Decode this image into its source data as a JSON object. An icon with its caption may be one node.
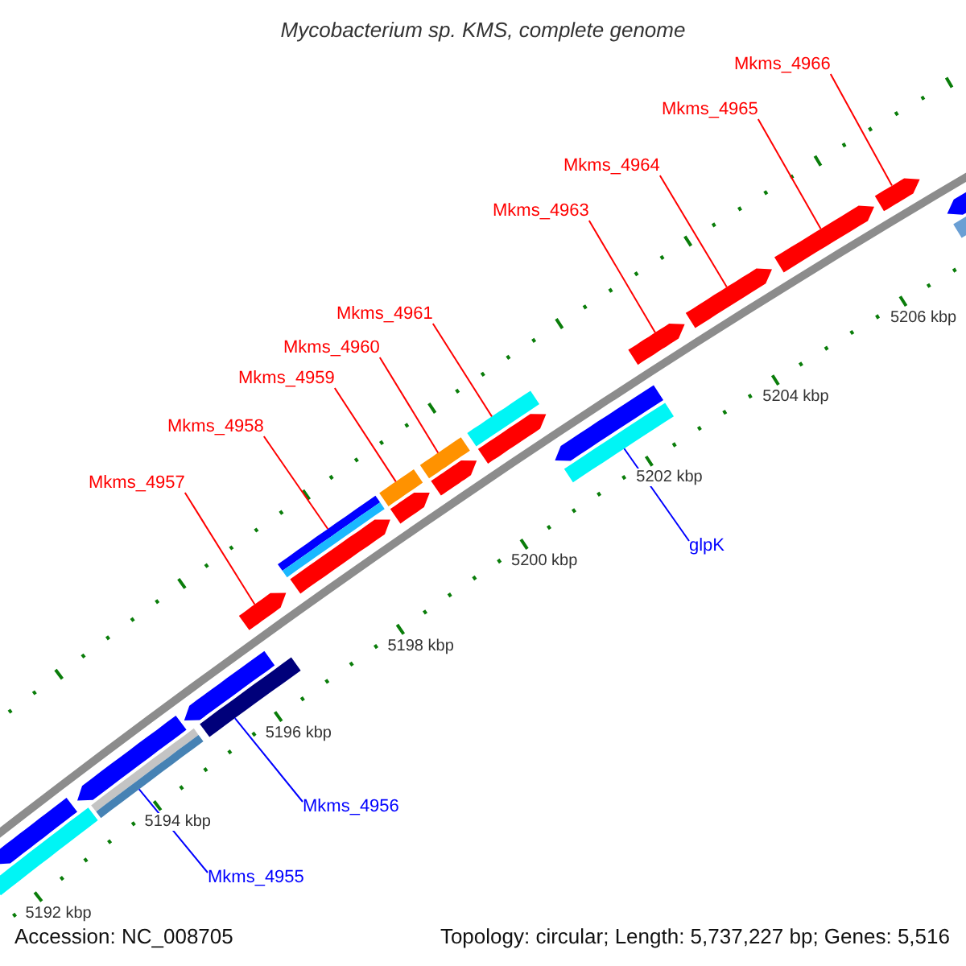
{
  "diagram": {
    "title": "Mycobacterium sp. KMS, complete genome",
    "nodes": [
      {
        "text": [
          "Mkms_4966"
        ]
      },
      {
        "text": [
          "Mkms_4965"
        ]
      },
      {
        "text": [
          "Mkms_4964"
        ]
      },
      {
        "text": [
          "Mkms_4963"
        ]
      },
      {
        "text": [
          "Mkms_4961"
        ]
      },
      {
        "text": [
          "Mkms_4960"
        ]
      },
      {
        "text": [
          "Mkms_4959"
        ]
      },
      {
        "text": [
          "Mkms_4958"
        ]
      },
      {
        "text": [
          "Mkms_4957"
        ]
      },
      {
        "text": [
          "glpK"
        ]
      },
      {
        "text": [
          "Mkms_4956"
        ]
      },
      {
        "text": [
          "Mkms_4955"
        ]
      },
      {
        "text": [],
        "shape": "pentagon"
      },
      {
        "text": [],
        "shape": "bar"
      },
      {
        "text": [],
        "shape": "pentagon"
      },
      {
        "text": [],
        "shape": "bar"
      },
      {
        "text": [],
        "shape": "bar"
      },
      {
        "text": [],
        "shape": "pentagon"
      },
      {
        "text": [],
        "shape": "bar"
      },
      {
        "text": [],
        "shape": "pentagon"
      },
      {
        "text": [],
        "shape": "bar"
      },
      {
        "text": [],
        "shape": "bar"
      },
      {
        "text": [],
        "shape": "pentagon"
      },
      {
        "text": [],
        "shape": "bar"
      },
      {
        "text": [],
        "shape": "pentagon"
      },
      {
        "text": [],
        "shape": "bar"
      },
      {
        "text": [],
        "shape": "pentagon"
      },
      {
        "text": [],
        "shape": "bar"
      },
      {
        "text": [],
        "shape": "pentagon"
      },
      {
        "text": [],
        "shape": "pentagon"
      },
      {
        "text": [],
        "shape": "bar"
      },
      {
        "text": [],
        "shape": "pentagon"
      },
      {
        "text": [],
        "shape": "pentagon"
      },
      {
        "text": [],
        "shape": "pentagon"
      },
      {
        "text": [],
        "shape": "pentagon"
      },
      {
        "text": [],
        "shape": "pentagon"
      },
      {
        "text": [],
        "shape": "bar"
      }
    ],
    "edges": [
      {
        "from": 0,
        "to": 34,
        "arrow": "none"
      },
      {
        "from": 1,
        "to": 33,
        "arrow": "none"
      },
      {
        "from": 2,
        "to": 32,
        "arrow": "none"
      },
      {
        "from": 3,
        "to": 31,
        "arrow": "none"
      },
      {
        "from": 4,
        "to": 27,
        "arrow": "none"
      },
      {
        "from": 5,
        "to": 25,
        "arrow": "none"
      },
      {
        "from": 6,
        "to": 23,
        "arrow": "none"
      },
      {
        "from": 7,
        "to": 20,
        "arrow": "none"
      },
      {
        "from": 8,
        "to": 19,
        "arrow": "none"
      },
      {
        "from": 9,
        "to": 30,
        "arrow": "none",
        "color": "#0000ff"
      },
      {
        "from": 10,
        "to": 18,
        "arrow": "none",
        "color": "#0000ff"
      },
      {
        "from": 11,
        "to": 16,
        "arrow": "none",
        "color": "#0000ff"
      }
    ],
    "labels": [
      "5206 kbp",
      "5204 kbp",
      "5202 kbp",
      "5200 kbp",
      "5198 kbp",
      "5196 kbp",
      "5194 kbp",
      "5192 kbp",
      "Accession: NC_008705",
      "Topology: circular; Length: 5,737,227 bp; Genes: 5,516"
    ]
  }
}
